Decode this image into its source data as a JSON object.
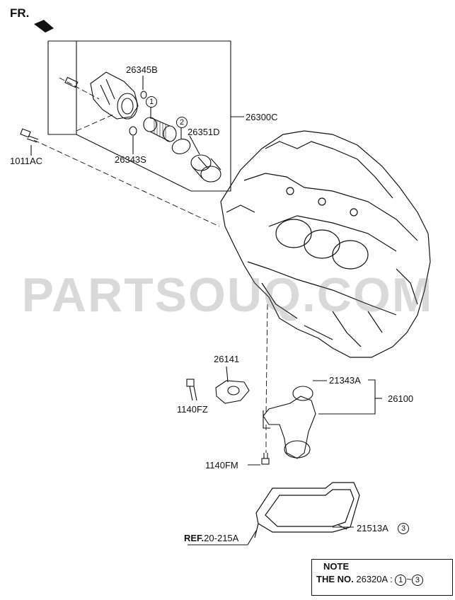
{
  "header": {
    "fr_label": "FR."
  },
  "parts": {
    "p26345B": "26345B",
    "p26300C": "26300C",
    "p26351D": "26351D",
    "p1011AC": "1011AC",
    "p26343S": "26343S",
    "p26141": "26141",
    "p21343A": "21343A",
    "p26100": "26100",
    "p1140FZ": "1140FZ",
    "p1140FM": "1140FM",
    "p21513A": "21513A",
    "ref_prefix": "REF.",
    "ref_value": "20-215A"
  },
  "callouts": {
    "c1": "1",
    "c2": "2",
    "c3": "3"
  },
  "watermark": "PARTSOUQ.COM",
  "note": {
    "title": "NOTE",
    "prefix": "THE NO.",
    "part": "26320A :",
    "range_start": "1",
    "range_sep": "~",
    "range_end": "3"
  }
}
